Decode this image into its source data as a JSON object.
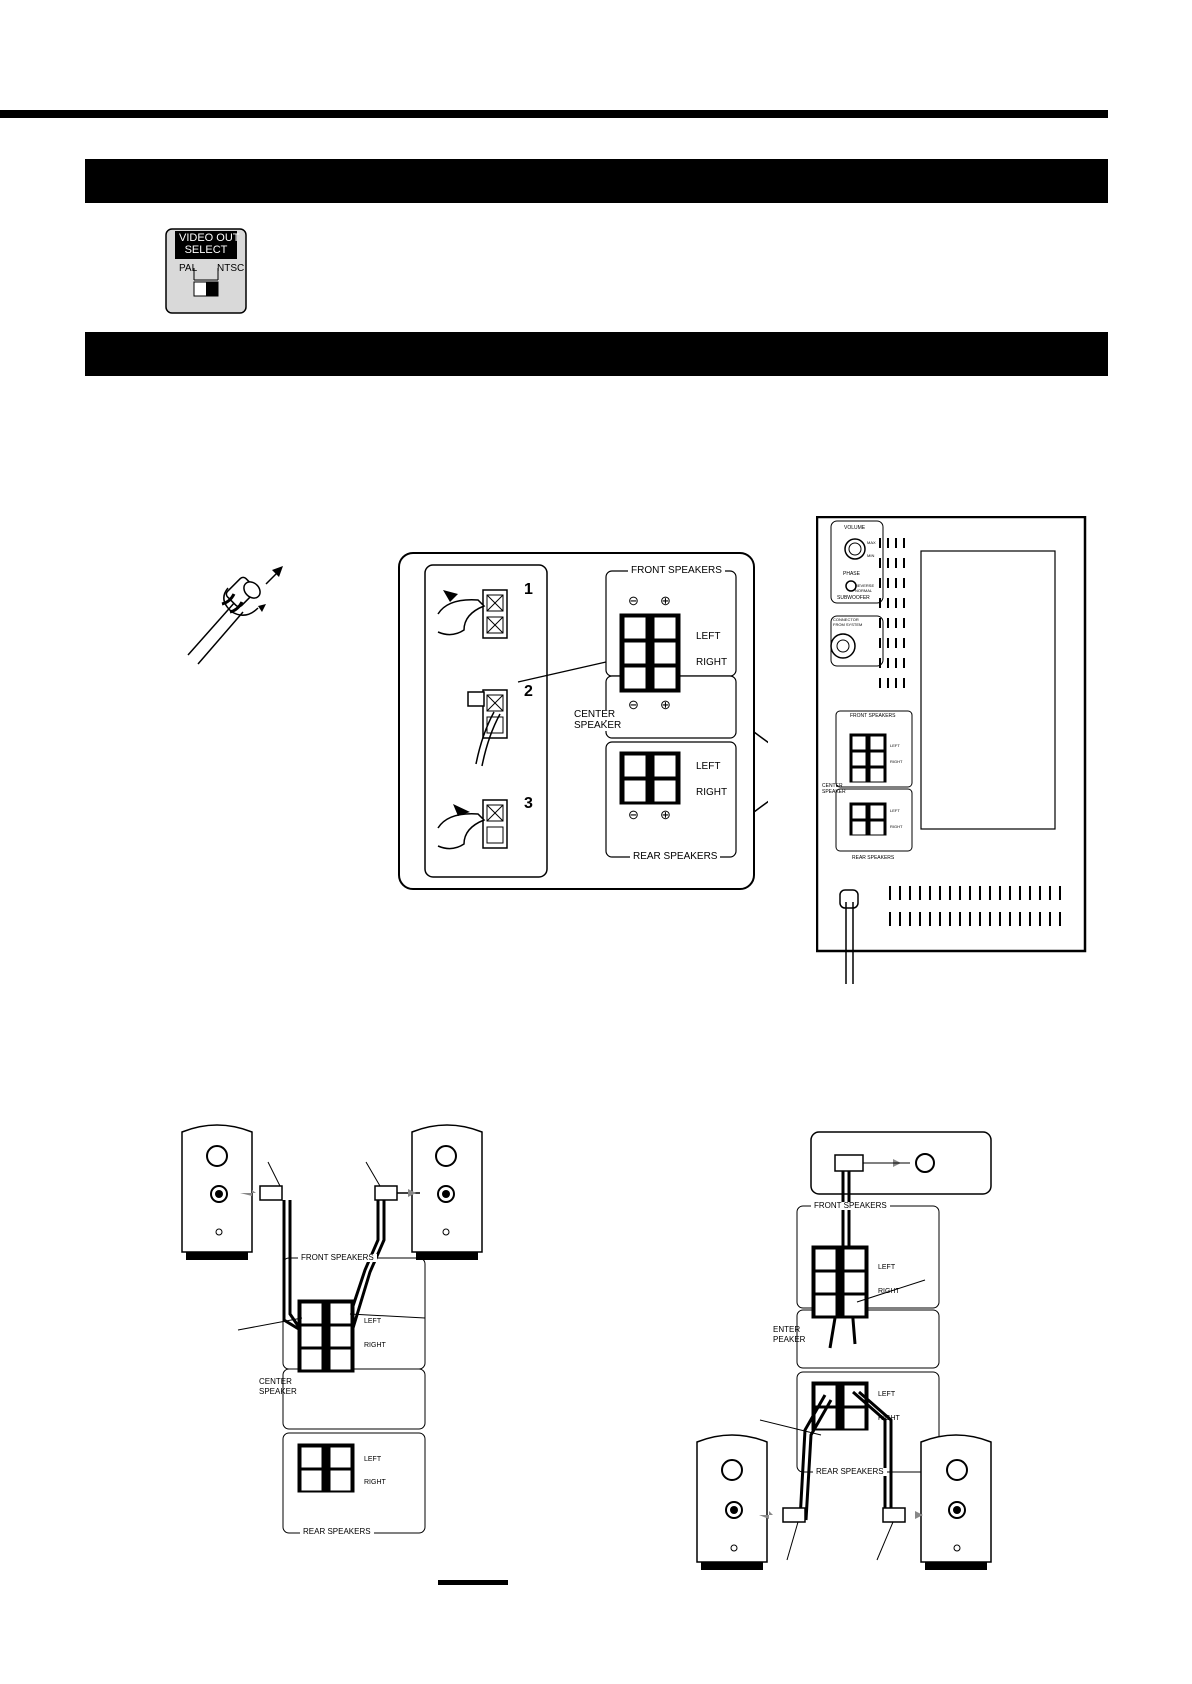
{
  "video_out_badge": {
    "title_line1": "VIDEO OUT",
    "title_line2": "SELECT",
    "left_label": "PAL",
    "right_label": "NTSC"
  },
  "terminal_panel": {
    "front_label": "FRONT SPEAKERS",
    "center_label_line1": "CENTER",
    "center_label_line2": "SPEAKER",
    "rear_label": "REAR SPEAKERS",
    "left": "LEFT",
    "right": "RIGHT",
    "minus": "⊖",
    "plus": "⊕",
    "steps": [
      "1",
      "2",
      "3"
    ]
  },
  "subwoofer_panel": {
    "volume_label": "VOLUME",
    "max_label": "MAX",
    "min_label": "MIN",
    "phase_label": "PHASE",
    "reverse_label": "REVERSE",
    "normal_label": "NORMAL",
    "subwoofer_label": "SUBWOOFER",
    "connector_line1": "CONNECTOR",
    "connector_line2": "FROM SYSTEM",
    "front_label": "FRONT SPEAKERS",
    "center_line1": "CENTER",
    "center_line2": "SPEAKER",
    "rear_label": "REAR SPEAKERS",
    "left": "LEFT",
    "right": "RIGHT"
  },
  "front_diagram": {
    "front_label": "FRONT SPEAKERS",
    "center_line1": "CENTER",
    "center_line2": "SPEAKER",
    "rear_label": "REAR SPEAKERS",
    "left": "LEFT",
    "right": "RIGHT"
  },
  "rear_diagram": {
    "front_label": "FRONT SPEAKERS",
    "center_line1": "ENTER",
    "center_line2": "PEAKER",
    "rear_label": "REAR SPEAKERS",
    "left": "LEFT",
    "right": "RIGHT"
  }
}
